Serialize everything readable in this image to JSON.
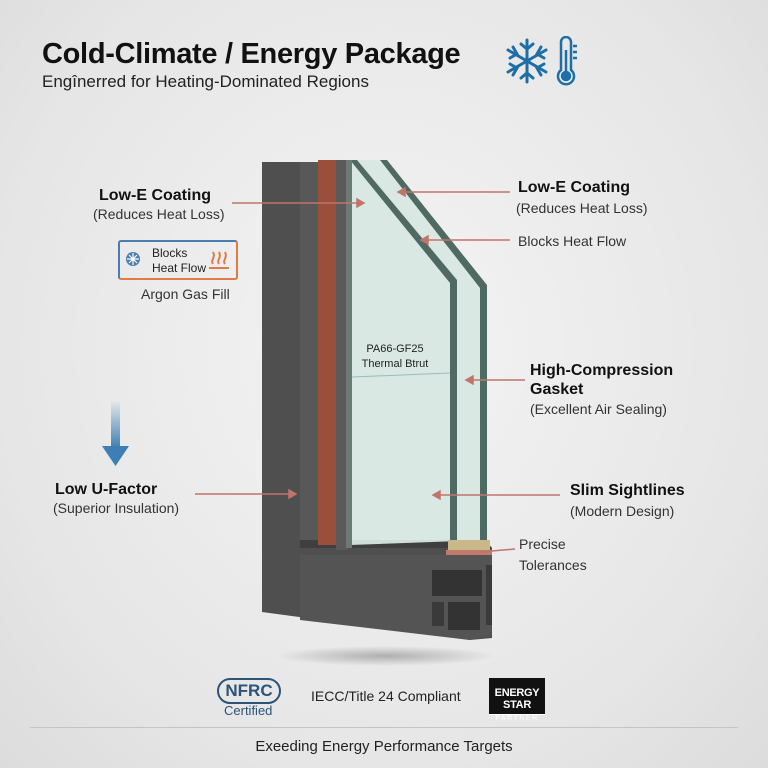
{
  "header": {
    "title": "Cold-Climate / Energy Package",
    "subtitle": "Engînerred for Heating-Dominated Regions",
    "icons": [
      "snowflake-icon",
      "thermometer-icon"
    ],
    "icon_color": "#1e6fa8"
  },
  "callouts_left": [
    {
      "title": "Low-E Coating",
      "sub": "(Reduces Heat Loss)"
    },
    {
      "title": "Low U-Factor",
      "sub": "(Superior Insulation)"
    }
  ],
  "badge": {
    "line1": "Blocks",
    "line2": "Heat Flow",
    "caption": "Argon Gas Fill"
  },
  "callouts_right": [
    {
      "title": "Low-E Coating",
      "sub": "(Reduces Heat Loss)"
    },
    {
      "text": "Blocks Heat Flow"
    },
    {
      "title": "High-Compression",
      "title2": "Gasket",
      "sub": "(Excellent Air Sealing)"
    },
    {
      "title": "Slim Sightlines",
      "sub": "(Modern Design)"
    },
    {
      "line1": "Precise",
      "line2": "Tolerances"
    }
  ],
  "center_label": {
    "line1": "PA66-GF25",
    "line2": "Thermal Btrut"
  },
  "certifications": {
    "nfrc": "NFRC",
    "nfrc_sub": "Certified",
    "iecc": "IECC/Title 24 Compliant",
    "energy_star": "ENERGY STAR",
    "energy_star_sub": "PARTNER"
  },
  "footer": "Exeeding Energy Performance Targets",
  "colors": {
    "frame": "#4f4f4f",
    "thermal_break": "#9a4f3c",
    "glass": "#cfe3dc",
    "leader": "#c0746a",
    "arrow": "#3d7fb4"
  }
}
